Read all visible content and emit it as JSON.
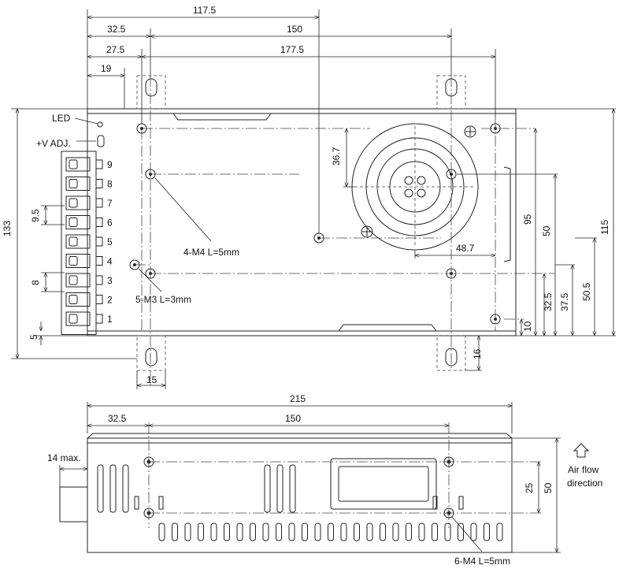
{
  "top_view": {
    "dims": {
      "d117_5": "117.5",
      "d32_5": "32.5",
      "d150": "150",
      "d27_5": "27.5",
      "d177_5": "177.5",
      "d19": "19",
      "d133": "133",
      "d9_5": "9.5",
      "d8": "8",
      "d5": "5",
      "d36_7": "36.7",
      "d95": "95",
      "d50": "50",
      "d115": "115",
      "d48_7": "48.7",
      "d32_5b": "32.5",
      "d37_5": "37.5",
      "d50_5": "50.5",
      "d10": "10",
      "d16": "16",
      "d15": "15"
    },
    "labels": {
      "led": "LED",
      "vadj": "+V ADJ.",
      "m4_holes": "4-M4 L=5mm",
      "m3_holes": "5-M3 L=3mm"
    },
    "terminals": [
      "9",
      "8",
      "7",
      "6",
      "5",
      "4",
      "3",
      "2",
      "1"
    ]
  },
  "side_view": {
    "dims": {
      "d215": "215",
      "d32_5": "32.5",
      "d150": "150",
      "d14max": "14 max.",
      "d25": "25",
      "d50": "50"
    },
    "labels": {
      "m4_holes": "6-M4 L=5mm",
      "airflow_line1": "Air flow",
      "airflow_line2": "direction"
    }
  }
}
